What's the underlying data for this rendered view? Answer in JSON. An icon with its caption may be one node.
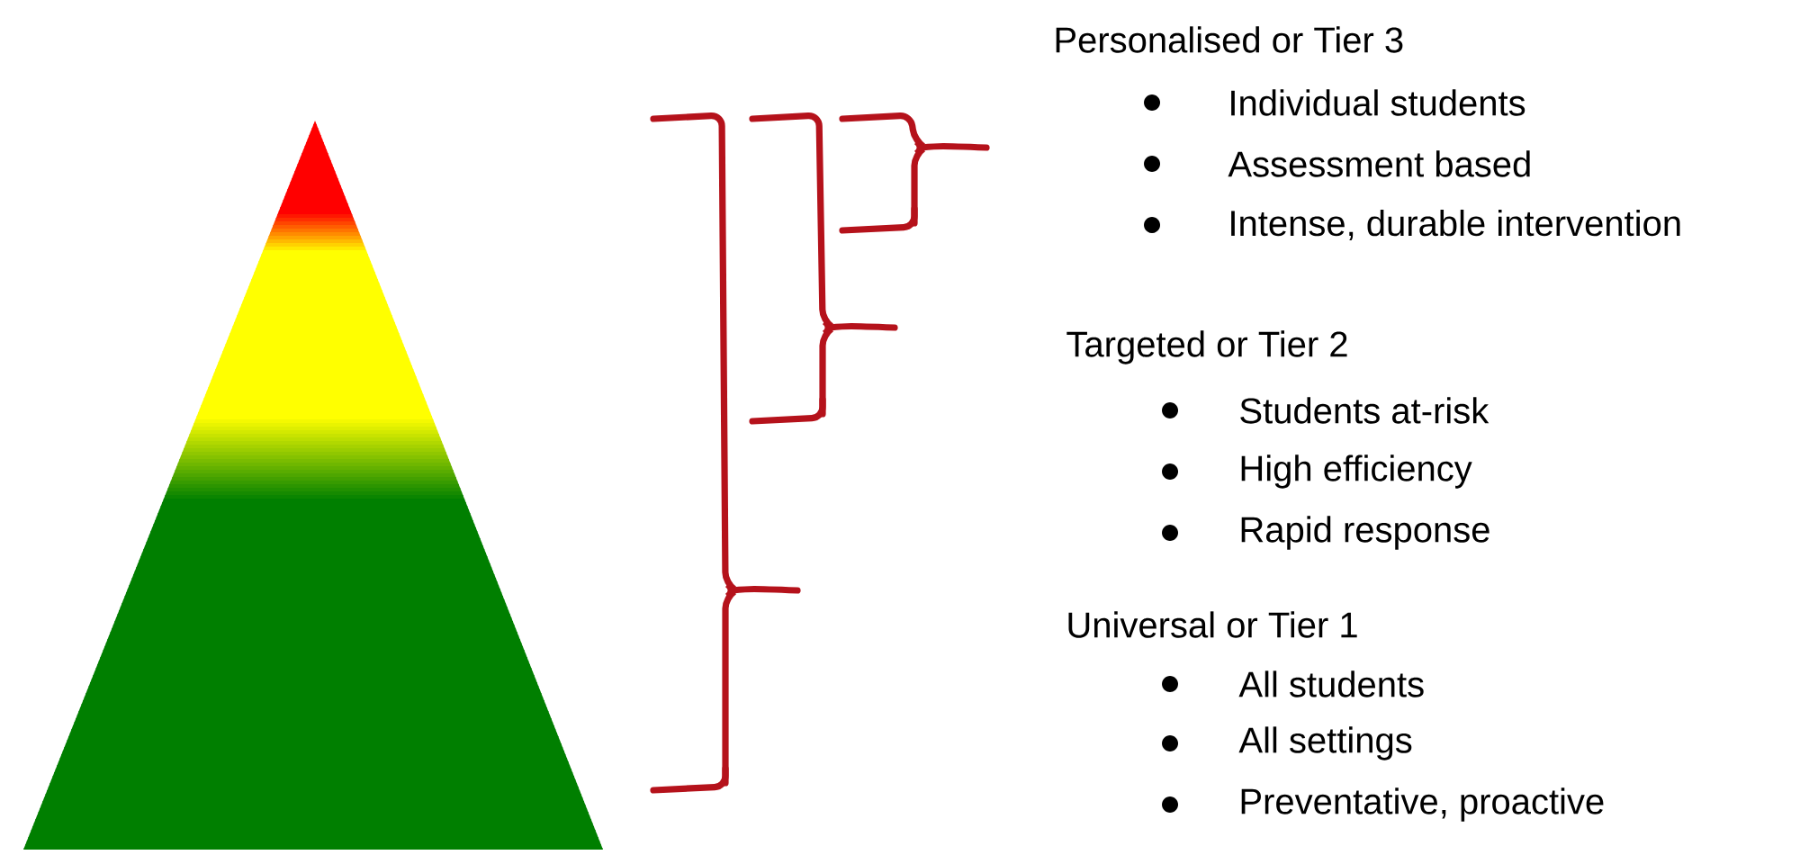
{
  "diagram": {
    "labels": [
      "Personalised or Tier 3",
      "Individual students",
      "Assessment based",
      "Intense, durable intervention",
      "Targeted or Tier 2",
      "Students at-risk",
      "High efficiency",
      "Rapid response",
      "Universal or Tier 1",
      "All students",
      "All settings",
      "Preventative, proactive"
    ]
  }
}
